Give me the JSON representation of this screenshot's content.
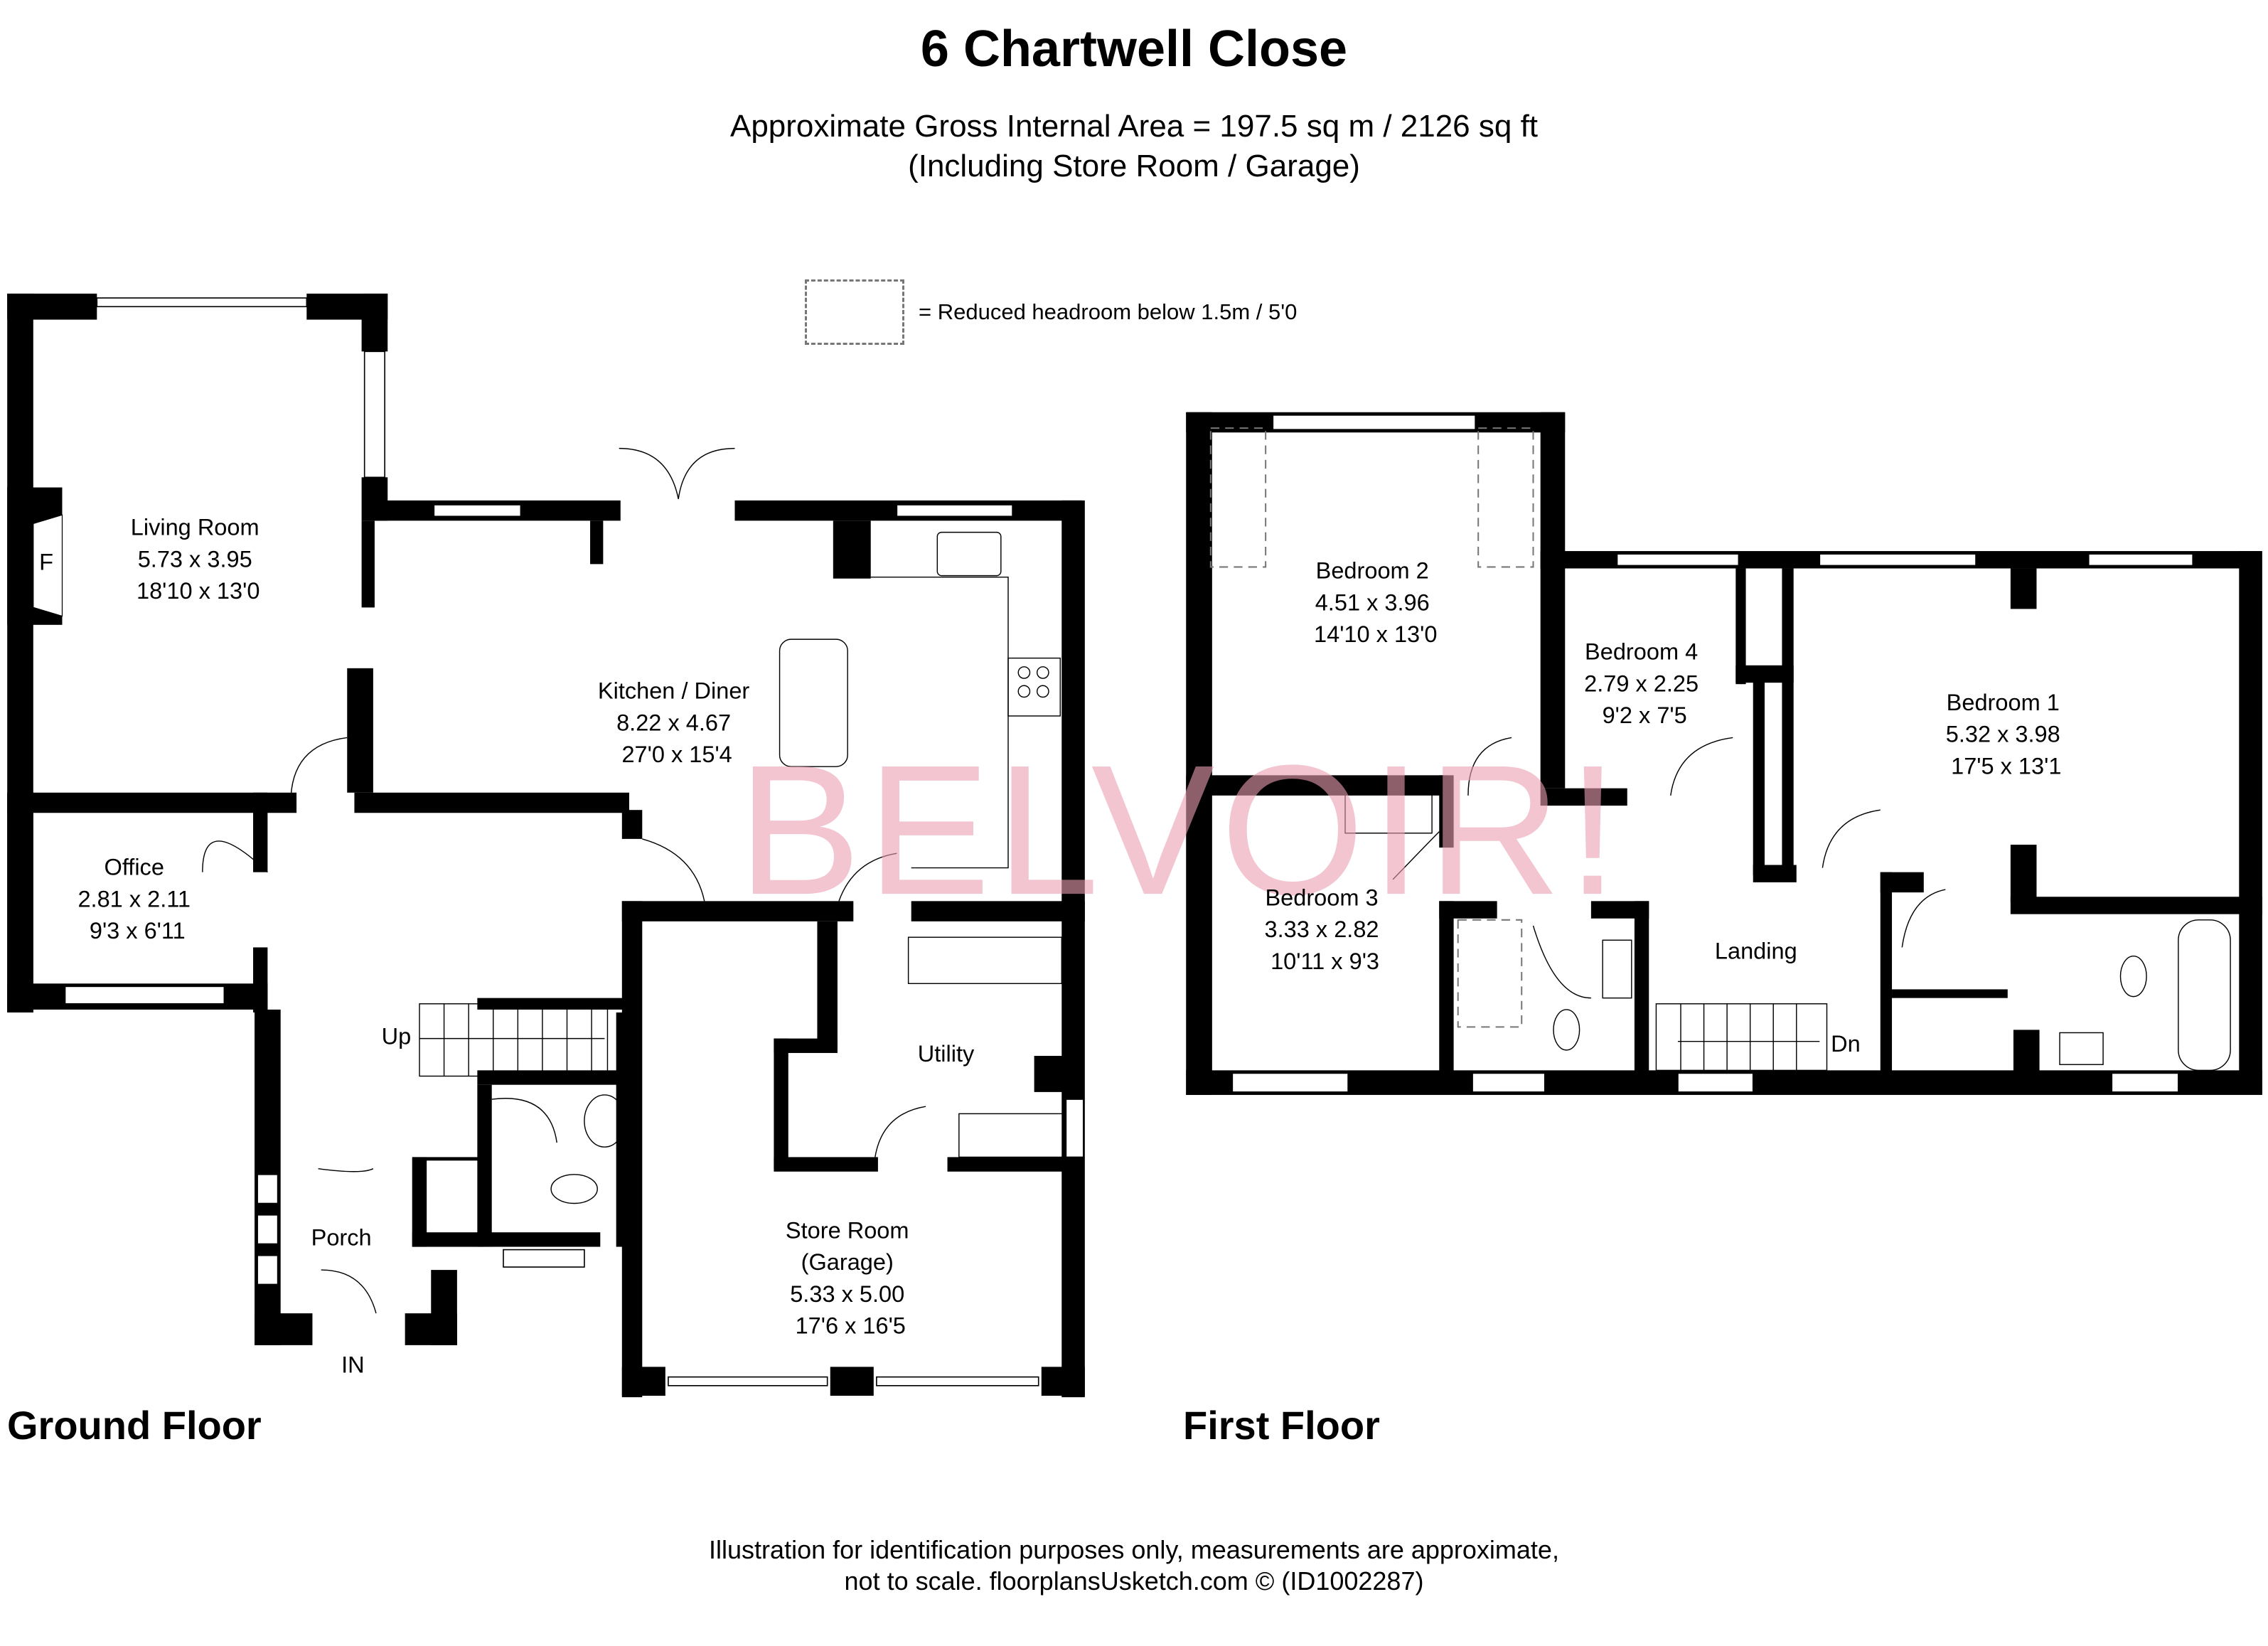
{
  "header": {
    "title": "6 Chartwell Close",
    "area_line": "Approximate Gross Internal Area = 197.5 sq m / 2126 sq ft",
    "area_note": "(Including Store Room / Garage)"
  },
  "legend": {
    "text": "= Reduced headroom below 1.5m / 5'0",
    "style": "dashed-box"
  },
  "watermark": {
    "text": "BELVOIR!",
    "color": "#eb9fb3"
  },
  "ground_floor": {
    "label": "Ground Floor",
    "rooms": {
      "living": {
        "name": "Living Room",
        "metric": "5.73 x 3.95",
        "imperial": "18'10 x 13'0",
        "fireplace": "F"
      },
      "kitchen": {
        "name": "Kitchen / Diner",
        "metric": "8.22 x 4.67",
        "imperial": "27'0 x 15'4"
      },
      "office": {
        "name": "Office",
        "metric": "2.81 x 2.11",
        "imperial": "9'3 x 6'11"
      },
      "utility": {
        "name": "Utility"
      },
      "store": {
        "name": "Store Room",
        "sub": "(Garage)",
        "metric": "5.33 x 5.00",
        "imperial": "17'6 x 16'5"
      },
      "porch": {
        "name": "Porch"
      }
    },
    "stairs": "Up",
    "entrance": "IN"
  },
  "first_floor": {
    "label": "First Floor",
    "rooms": {
      "bedroom1": {
        "name": "Bedroom 1",
        "metric": "5.32 x 3.98",
        "imperial": "17'5 x 13'1"
      },
      "bedroom2": {
        "name": "Bedroom 2",
        "metric": "4.51 x 3.96",
        "imperial": "14'10 x 13'0"
      },
      "bedroom3": {
        "name": "Bedroom 3",
        "metric": "3.33 x 2.82",
        "imperial": "10'11 x 9'3"
      },
      "bedroom4": {
        "name": "Bedroom 4",
        "metric": "2.79 x 2.25",
        "imperial": "9'2 x 7'5"
      },
      "landing": {
        "name": "Landing"
      }
    },
    "stairs": "Dn"
  },
  "footer": {
    "line1": "Illustration for identification purposes only, measurements are approximate,",
    "line2": "not to scale. floorplansUsketch.com © (ID1002287)"
  }
}
